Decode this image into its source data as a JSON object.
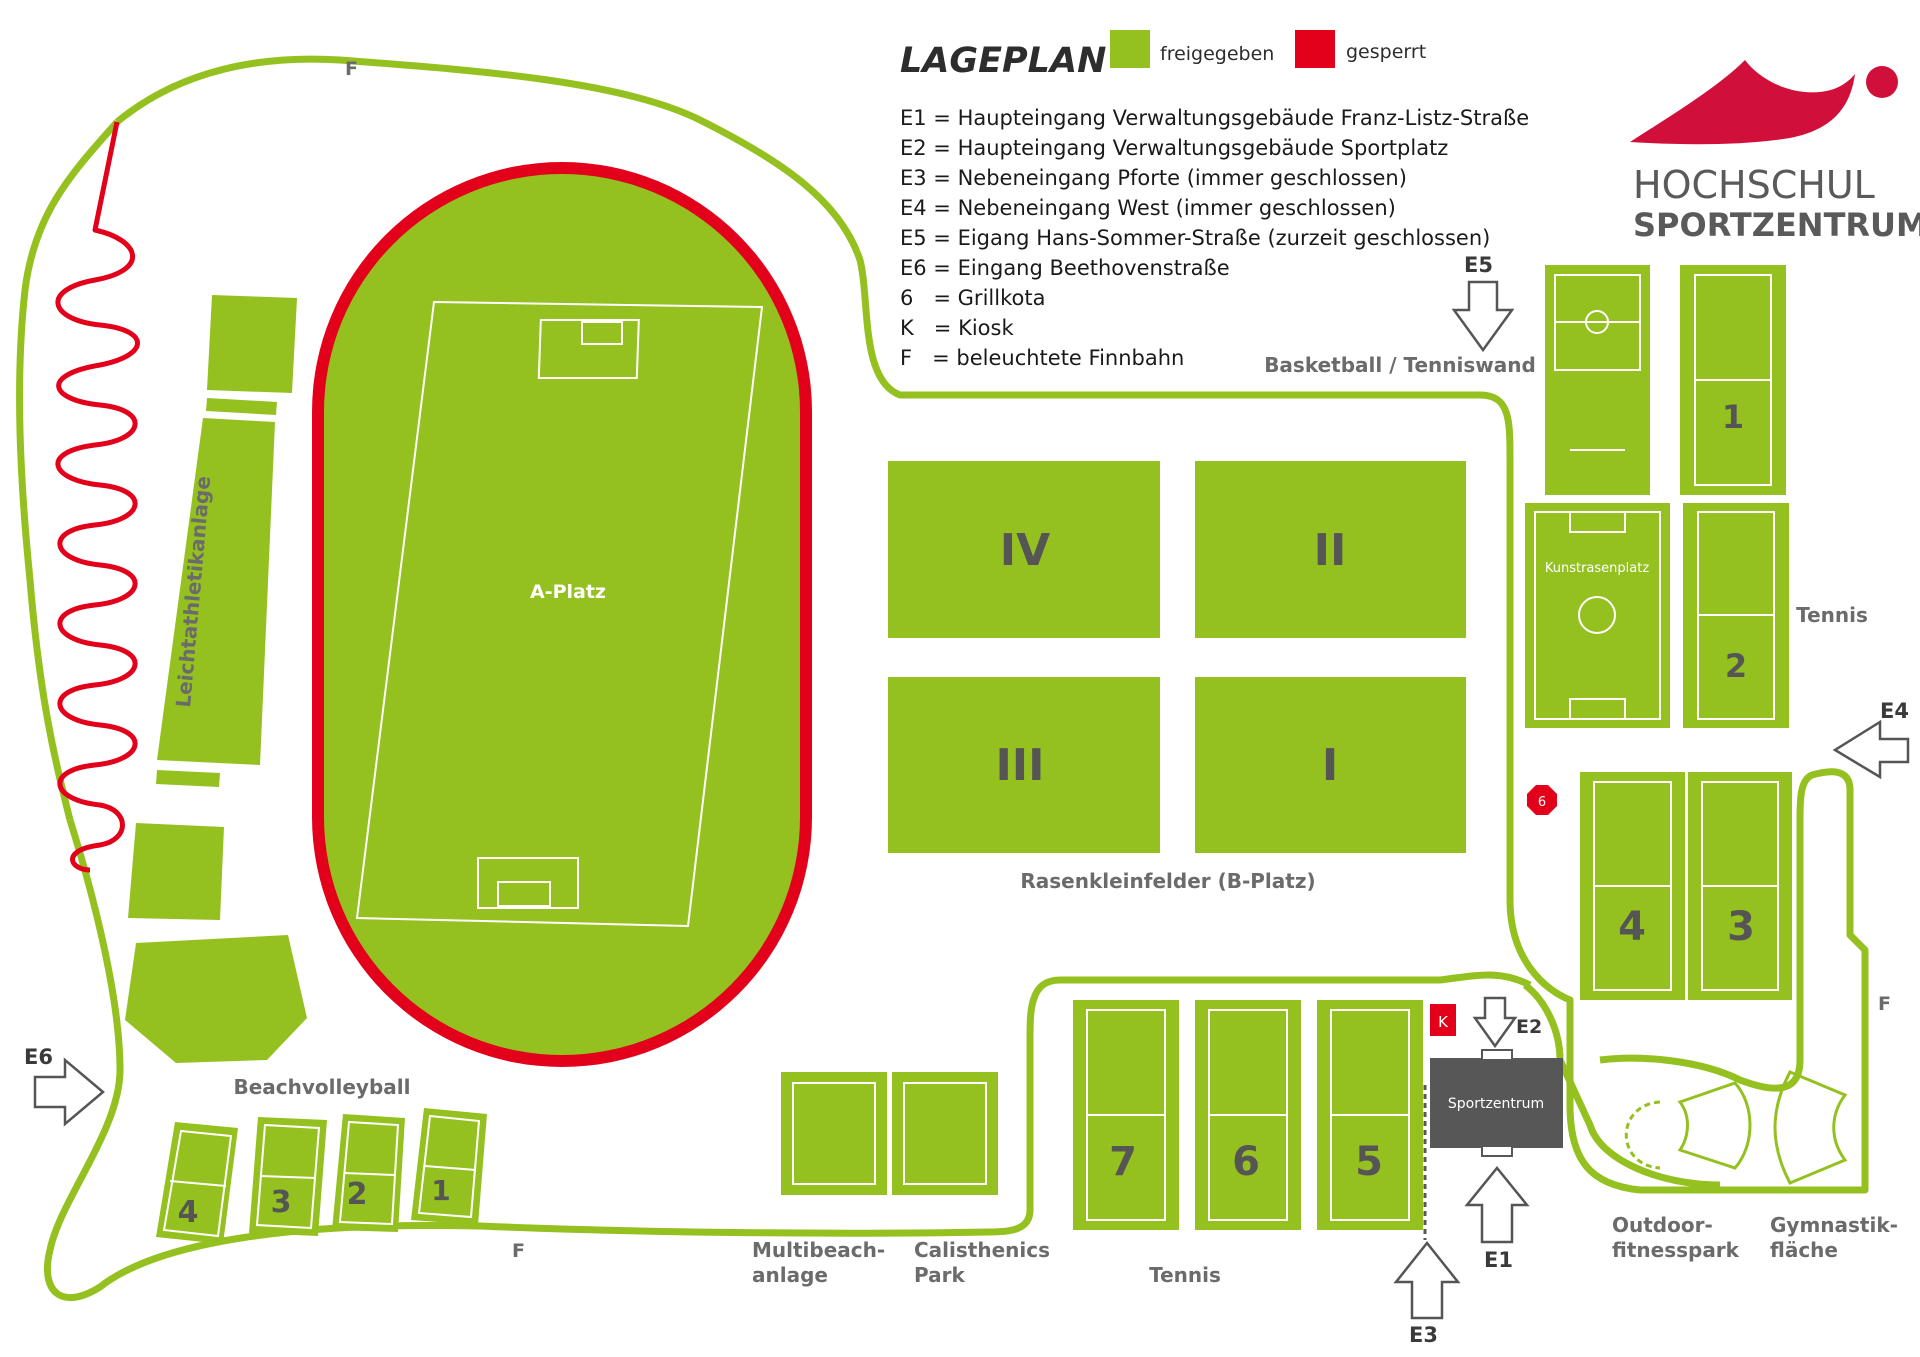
{
  "title": "LAGEPLAN",
  "legend": {
    "open_label": "freigegeben",
    "closed_label": "gesperrt",
    "open_color": "#94c120",
    "closed_color": "#e2001a",
    "entries": [
      "E1 = Haupteingang Verwaltungsgebäude Franz-Listz-Straße",
      "E2 = Haupteingang Verwaltungsgebäude Sportplatz",
      "E3 = Nebeneingang Pforte (immer geschlossen)",
      "E4 = Nebeneingang West (immer geschlossen)",
      "E5 = Eigang Hans-Sommer-Straße (zurzeit geschlossen)",
      "E6 = Eingang Beethovenstraße",
      "6   = Grillkota",
      "K   = Kiosk",
      "F   = beleuchtete Finnbahn"
    ]
  },
  "logo": {
    "line1": "HOCHSCHUL",
    "line2": "SPORTZENTRUM"
  },
  "areas": {
    "a_platz": "A-Platz",
    "leichtathletik": "Leichtathletikanlage",
    "rasen": "Rasenkleinfelder (B-Platz)",
    "rasen_fields": [
      "IV",
      "II",
      "III",
      "I"
    ],
    "basketball": "Basketball / Tenniswand",
    "kunstrasen": "Kunstrasenplatz",
    "tennis_right": "Tennis",
    "tennis_bottom": "Tennis",
    "tennis_nums": [
      "1",
      "2",
      "4",
      "3",
      "7",
      "6",
      "5"
    ],
    "beach": "Beachvolleyball",
    "beach_nums": [
      "4",
      "3",
      "2",
      "1"
    ],
    "multibeach_1": "Multibeach-",
    "multibeach_2": "anlage",
    "calisthenics_1": "Calisthenics",
    "calisthenics_2": "Park",
    "outdoor_1": "Outdoor-",
    "outdoor_2": "fitnesspark",
    "gymnastik_1": "Gymnastik-",
    "gymnastik_2": "fläche",
    "sportzentrum": "Sportzentrum",
    "kiosk": "K",
    "grill": "6",
    "finnbahn": "F"
  },
  "entrances": {
    "e1": "E1",
    "e2": "E2",
    "e3": "E3",
    "e4": "E4",
    "e5": "E5",
    "e6": "E6"
  }
}
